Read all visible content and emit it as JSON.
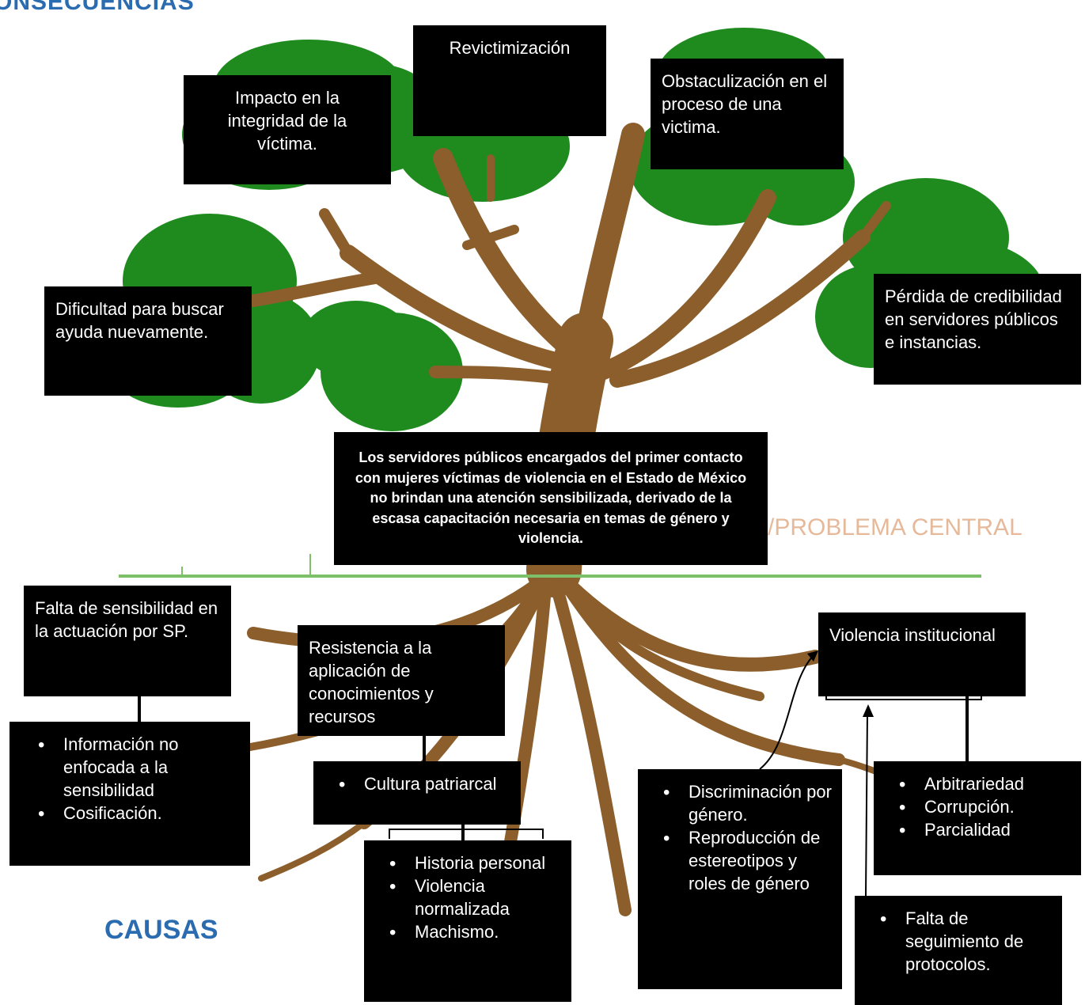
{
  "headings": {
    "consequences": "ONSECUENCIAS",
    "causes": "CAUSAS",
    "central_problem": "/PROBLEMA CENTRAL"
  },
  "central_problem_text": "Los servidores públicos encargados del primer contacto con mujeres víctimas de violencia en el Estado de México no brindan una atención sensibilizada, derivado de la escasa capacitación necesaria en temas de género y violencia.",
  "consequences": {
    "impacto": "Impacto en la integridad de la víctima.",
    "revictimizacion": "Revictimización",
    "obstaculizacion": "Obstaculización en el proceso de una victima.",
    "dificultad": "Dificultad para buscar ayuda nuevamente.",
    "perdida": "Pérdida de credibilidad en servidores públicos e instancias."
  },
  "causes": {
    "falta_sensibilidad": "Falta de sensibilidad en la actuación por SP.",
    "falta_sensibilidad_items": [
      "Información no enfocada a la sensibilidad",
      "Cosificación."
    ],
    "resistencia": "Resistencia a la aplicación de conocimientos y recursos",
    "cultura_items": [
      "Cultura patriarcal"
    ],
    "historia_items": [
      "Historia personal",
      "Violencia normalizada",
      "Machismo."
    ],
    "discriminacion_items": [
      "Discriminación por género.",
      "Reproducción de estereotipos y roles de género"
    ],
    "violencia_institucional": "Violencia institucional",
    "arbitrariedad_items": [
      "Arbitrariedad",
      "Corrupción.",
      "Parcialidad"
    ],
    "seguimiento_items": [
      "Falta de seguimiento de protocolos."
    ]
  },
  "colors": {
    "foliage": "#1f8b1f",
    "trunk": "#8b5e2b",
    "box": "#000000",
    "heading_blue": "#2b6cb0",
    "central_label": "#e6b99a",
    "ground_line": "#7cc06a"
  }
}
